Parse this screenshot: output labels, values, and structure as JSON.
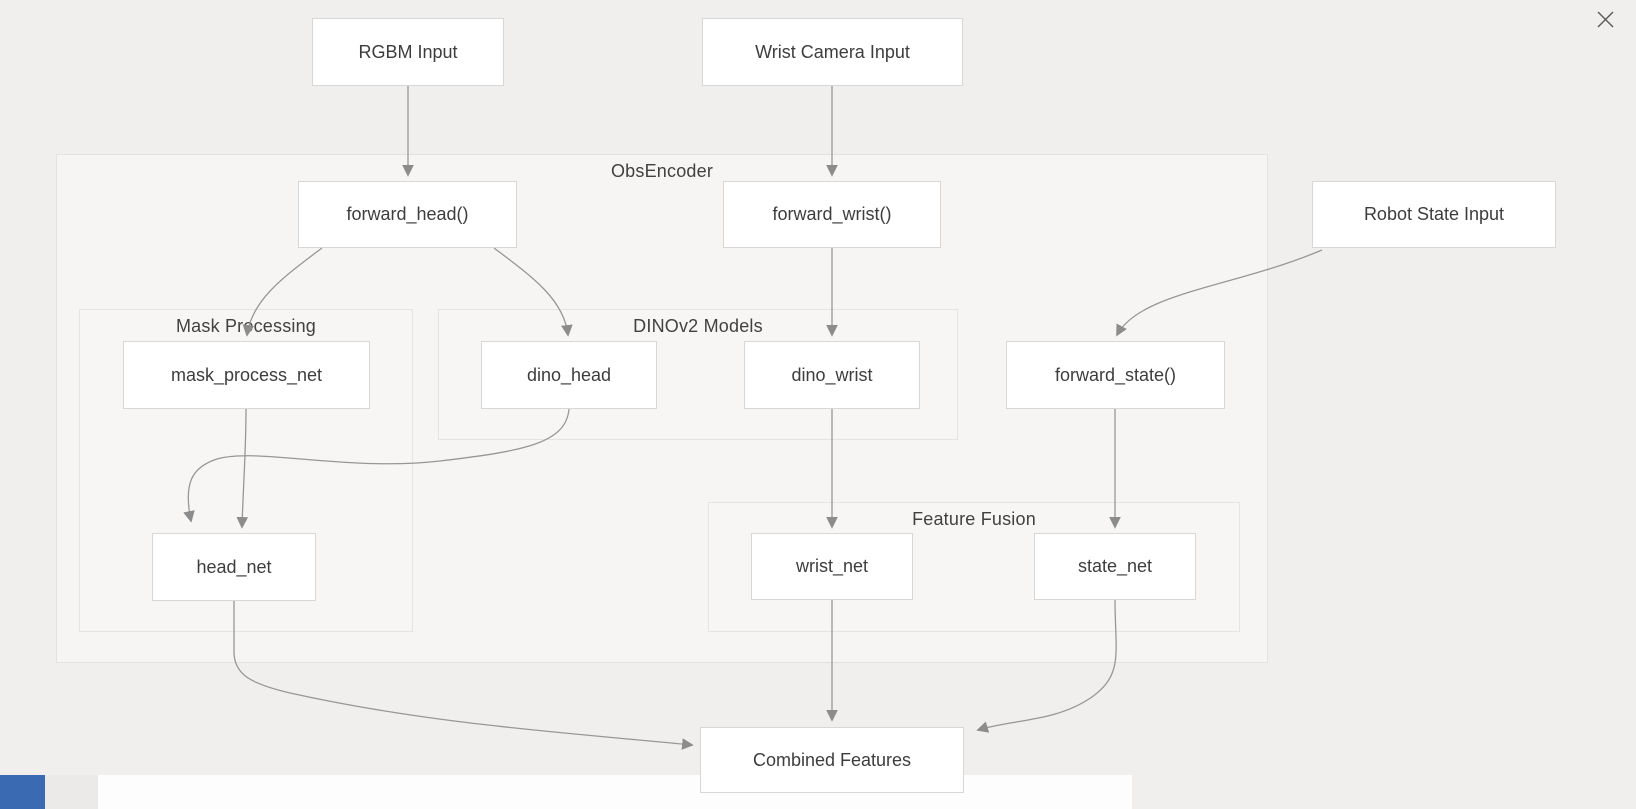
{
  "diagram": {
    "title": "ObsEncoder architecture flowchart",
    "close_icon": "x-close-icon"
  },
  "containers": {
    "obsencoder": {
      "label": "ObsEncoder"
    },
    "mask_processing": {
      "label": "Mask Processing"
    },
    "dinov2_models": {
      "label": "DINOv2 Models"
    },
    "feature_fusion": {
      "label": "Feature Fusion"
    }
  },
  "nodes": {
    "rgbm_input": {
      "label": "RGBM Input"
    },
    "wrist_camera_input": {
      "label": "Wrist Camera Input"
    },
    "robot_state_input": {
      "label": "Robot State Input"
    },
    "forward_head": {
      "label": "forward_head()"
    },
    "forward_wrist": {
      "label": "forward_wrist()"
    },
    "forward_state": {
      "label": "forward_state()"
    },
    "mask_process_net": {
      "label": "mask_process_net"
    },
    "dino_head": {
      "label": "dino_head"
    },
    "dino_wrist": {
      "label": "dino_wrist"
    },
    "head_net": {
      "label": "head_net"
    },
    "wrist_net": {
      "label": "wrist_net"
    },
    "state_net": {
      "label": "state_net"
    },
    "combined_features": {
      "label": "Combined Features"
    }
  },
  "edges": [
    {
      "from": "RGBM Input",
      "to": "forward_head()"
    },
    {
      "from": "Wrist Camera Input",
      "to": "forward_wrist()"
    },
    {
      "from": "forward_head()",
      "to": "mask_process_net"
    },
    {
      "from": "forward_head()",
      "to": "dino_head"
    },
    {
      "from": "forward_wrist()",
      "to": "dino_wrist"
    },
    {
      "from": "Robot State Input",
      "to": "forward_state()"
    },
    {
      "from": "mask_process_net",
      "to": "head_net"
    },
    {
      "from": "dino_head",
      "to": "head_net"
    },
    {
      "from": "dino_wrist",
      "to": "wrist_net"
    },
    {
      "from": "forward_state()",
      "to": "state_net"
    },
    {
      "from": "head_net",
      "to": "Combined Features"
    },
    {
      "from": "wrist_net",
      "to": "Combined Features"
    },
    {
      "from": "state_net",
      "to": "Combined Features"
    }
  ],
  "colors": {
    "page_background": "#f0efed",
    "container_fill": "#f6f5f3",
    "container_border": "#e4e2e0",
    "node_fill": "#ffffff",
    "node_border": "#d9d7d5",
    "edge_stroke": "#979797",
    "arrowhead": "#8c8c8c",
    "text": "#3d3d3d",
    "close_icon": "#5a5a5a",
    "bottom_blue_square": "#3a6ab1",
    "bottom_white_band": "#fdfdfd"
  }
}
